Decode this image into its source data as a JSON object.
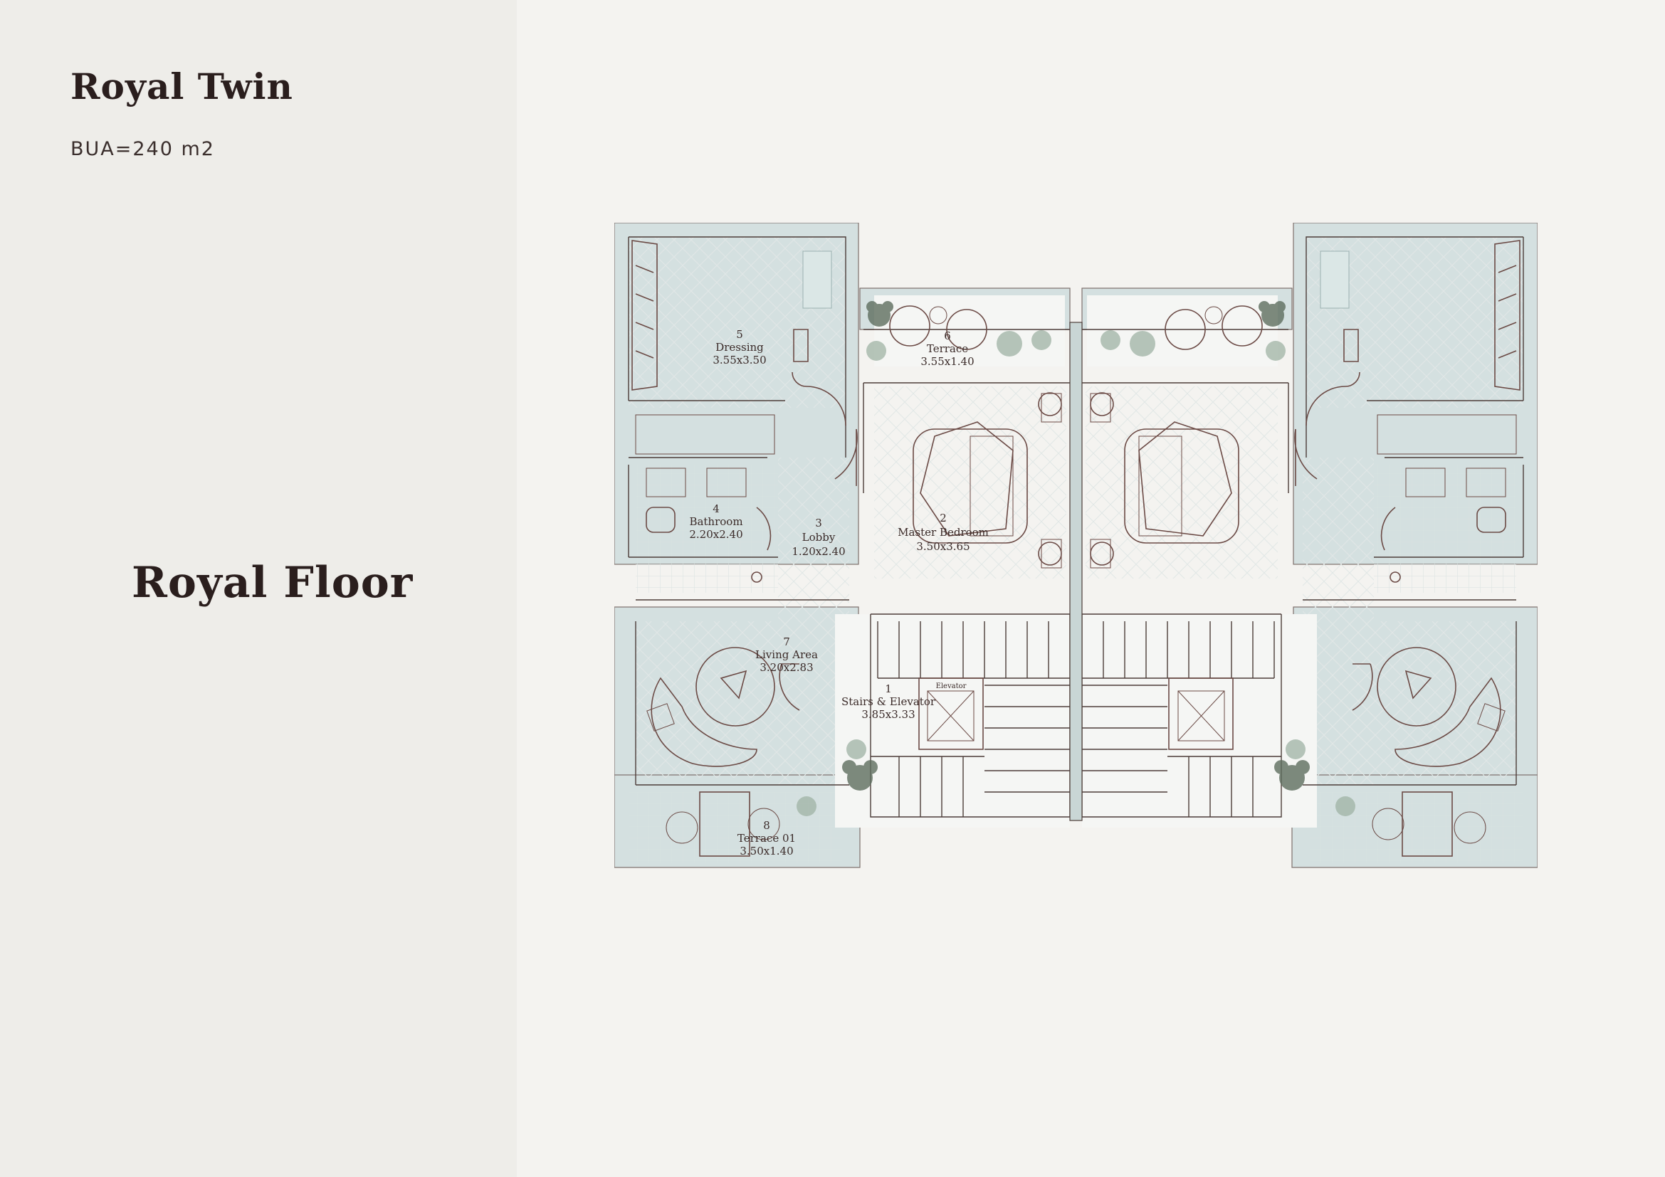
{
  "page": {
    "project_title": "Royal Twin",
    "bua": "BUA=240 m2",
    "floor_title": "Royal Floor"
  },
  "plan": {
    "rooms": [
      {
        "number": "1",
        "name": "Stairs & Elevator",
        "size": "3.85x3.33"
      },
      {
        "number": "2",
        "name": "Master Bedroom",
        "size": "3.50x3.65"
      },
      {
        "number": "3",
        "name": "Lobby",
        "size": "1.20x2.40"
      },
      {
        "number": "4",
        "name": "Bathroom",
        "size": "2.20x2.40"
      },
      {
        "number": "5",
        "name": "Dressing",
        "size": "3.55x3.50"
      },
      {
        "number": "6",
        "name": "Terrace",
        "size": "3.55x1.40"
      },
      {
        "number": "7",
        "name": "Living Area",
        "size": "3.20x2.83"
      },
      {
        "number": "8",
        "name": "Terrace 01",
        "size": "3.50x1.40"
      }
    ],
    "elevator_label": "Elevator",
    "colors": {
      "wall_fill": "#d4e0e0",
      "line": "#4c3c38",
      "furniture": "#6b4a45",
      "plant": "#9fb3a4"
    }
  }
}
